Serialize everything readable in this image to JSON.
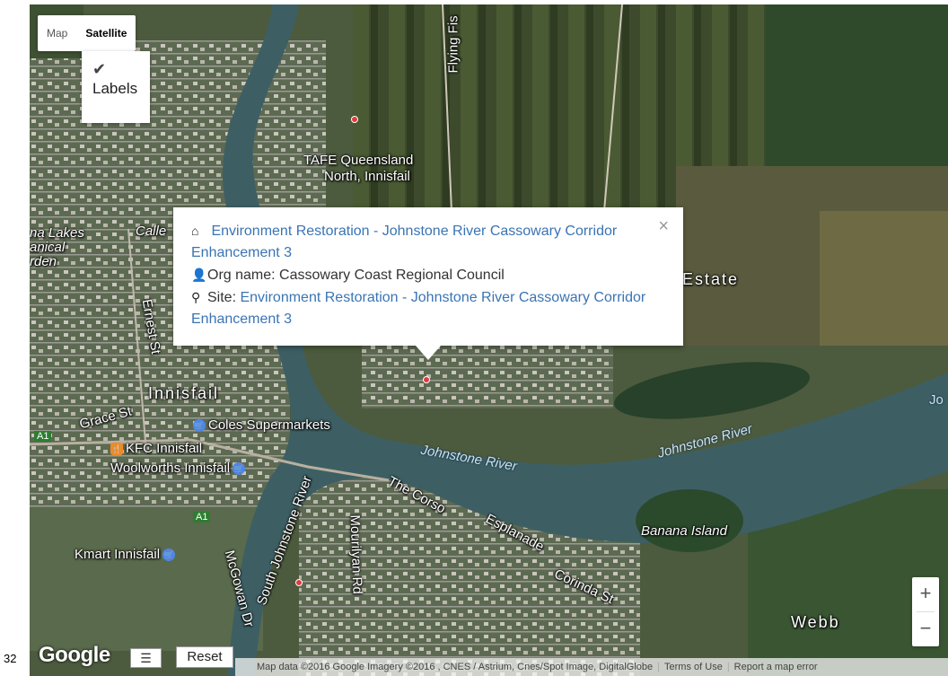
{
  "map_type": {
    "map_label": "Map",
    "satellite_label": "Satellite",
    "active": "Satellite"
  },
  "labels_option": {
    "checked": true,
    "label": "Labels"
  },
  "info_window": {
    "title": "Environment Restoration - Johnstone River Cassowary Corridor Enhancement 3",
    "org_prefix": "Org name: ",
    "org_name": "Cassowary Coast Regional Council",
    "site_prefix": "Site: ",
    "site_name": "Environment Restoration - Johnstone River Cassowary Corridor Enhancement 3",
    "close": "×"
  },
  "place_labels": {
    "flying_fish": "Flying Fis",
    "tafe": "TAFE Queensland",
    "tafe2": "North, Innisfail",
    "lakes": "na Lakes",
    "lakes2": "anical",
    "lakes3": "rden",
    "calle": "Calle",
    "ernest": "Ernest St",
    "estate": "Estate",
    "innisfail": "Innisfail",
    "grace": "Grace St",
    "coles": "Coles Supermarkets",
    "kfc": "KFC Innisfail",
    "woolworths": "Woolworths Innisfail",
    "a1a": "A1",
    "a1b": "A1",
    "johnstone1": "Johnstone River",
    "johnstone2": "Johnstone River",
    "jo": "Jo",
    "corso": "The Corso",
    "esplanade": "Esplanade",
    "south_johnstone": "South Johnstone River",
    "mcgowan": "McGowan Dr",
    "mourilyan": "Mourilyan Rd",
    "corinda": "Corinda St",
    "banana": "Banana Island",
    "kmart": "Kmart Innisfail",
    "webb": "Webb"
  },
  "zoom": {
    "in": "+",
    "out": "−"
  },
  "bottom": {
    "left_number": "32",
    "google": "Google",
    "reset": "Reset",
    "attribution": "Map data ©2016 Google Imagery ©2016 , CNES / Astrium, Cnes/Spot Image, DigitalGlobe",
    "terms": "Terms of Use",
    "report": "Report a map error"
  },
  "icons": {
    "home": "home-icon",
    "person": "person-icon",
    "pin": "pin-icon",
    "legend": "list-icon"
  },
  "colors": {
    "link": "#3a74b4",
    "water": "#3d5f64",
    "marker": "#e23b3b"
  }
}
